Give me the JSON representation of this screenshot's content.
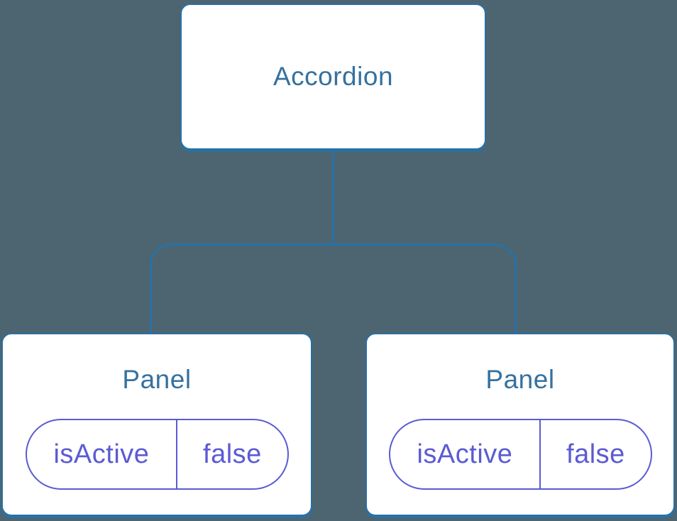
{
  "diagram": {
    "type": "component-tree",
    "root": {
      "label": "Accordion"
    },
    "panels": [
      {
        "label": "Panel",
        "state_key": "isActive",
        "state_value": "false"
      },
      {
        "label": "Panel",
        "state_key": "isActive",
        "state_value": "false"
      }
    ]
  },
  "colors": {
    "background": "#4d6571",
    "node_fill": "#ffffff",
    "node_border": "#2a70a4",
    "node_label": "#35719f",
    "connector": "#2a70a4",
    "state_pill": "#5b5bd3"
  }
}
